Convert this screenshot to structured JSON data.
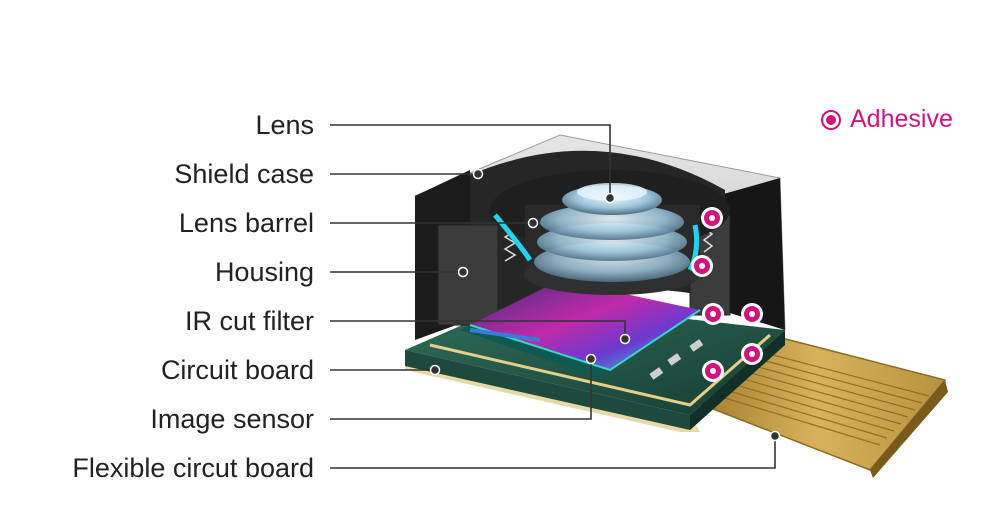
{
  "legend": {
    "marker_icon": "adhesive-dot-icon",
    "label": "Adhesive",
    "color": "#d4127d"
  },
  "labels": [
    "Lens",
    "Shield case",
    "Lens barrel",
    "Housing",
    "IR cut filter",
    "Circuit board",
    "Image sensor",
    "Flexible circut board"
  ],
  "colors": {
    "accent": "#d4127d",
    "leader": "#333333",
    "gold": "#c9a24a",
    "cyan": "#22d3ee"
  }
}
